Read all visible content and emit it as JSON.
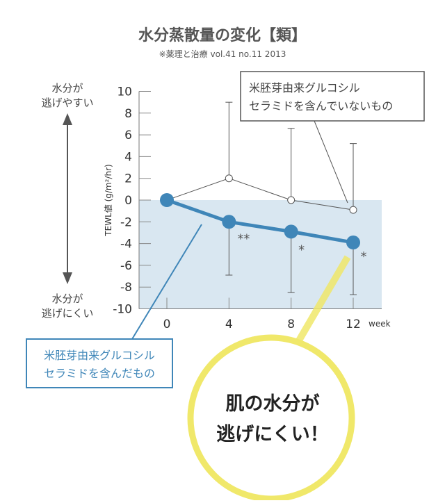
{
  "chart_data": {
    "type": "line",
    "title": "水分蒸散量の変化【類】",
    "subtitle": "※薬理と治療 vol.41 no.11 2013",
    "xlabel": "week",
    "ylabel": "TEWL値 (g/m²/hr)",
    "x": [
      0,
      4,
      8,
      12
    ],
    "xticks": [
      "0",
      "4",
      "8",
      "12"
    ],
    "ylim": [
      -10,
      10
    ],
    "yticks": [
      "10",
      "8",
      "6",
      "4",
      "2",
      "0",
      "-2",
      "-4",
      "-6",
      "-8",
      "-10"
    ],
    "series": [
      {
        "name": "米胚芽由来グルコシルセラミドを含んでいないもの",
        "values": [
          0,
          2,
          0,
          -0.9
        ],
        "error_upper": [
          null,
          9,
          6.6,
          5.2
        ],
        "color": "#555555"
      },
      {
        "name": "米胚芽由来グルコシルセラミドを含んだもの",
        "values": [
          0,
          -2,
          -2.9,
          -3.9
        ],
        "error_lower": [
          null,
          -6.9,
          -8.5,
          -8.7
        ],
        "significance": [
          "",
          "**",
          "*",
          "*"
        ],
        "color": "#3f86b8"
      }
    ],
    "shaded_region": {
      "y_from": -10,
      "y_to": 0,
      "color": "#d9e7f1"
    },
    "annotations": {
      "up_label": [
        "水分が",
        "逃げやすい"
      ],
      "down_label": [
        "水分が",
        "逃げにくい"
      ],
      "control_label": [
        "米胚芽由来グルコシル",
        "セラミドを含んでいないもの"
      ],
      "treatment_label": [
        "米胚芽由来グルコシル",
        "セラミドを含んだもの"
      ],
      "callout": [
        "肌の水分が",
        "逃げにくい！"
      ]
    },
    "callout_color": "#f0e86a",
    "grid": false
  }
}
